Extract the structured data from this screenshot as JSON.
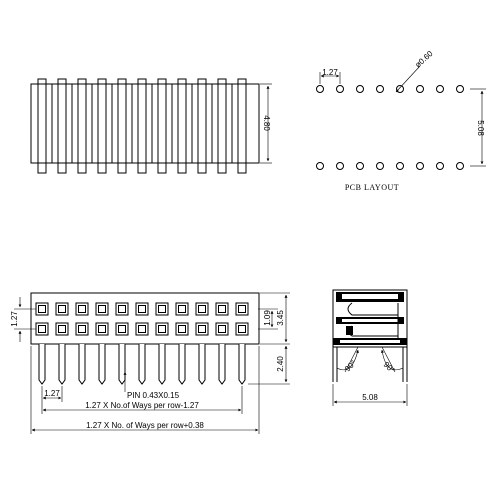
{
  "top_view": {
    "height_dim": "4.80"
  },
  "pcb_layout": {
    "pitch_dim": "1.27",
    "hole_dim": "ø0.60",
    "row_spacing_dim": "5.08",
    "caption": "PCB LAYOUT"
  },
  "front_view": {
    "pitch_v_dim": "1.27",
    "row_pitch_dim": "1.09",
    "body_height_dim": "3.45",
    "tail_length_dim": "2.40",
    "pin_pitch_dim": "1.27",
    "pin_note": "PIN 0.43X0.15",
    "span_formula_1": "1.27 X No.of Ways per row-1.27",
    "span_formula_2": "1.27 X No. of Ways per row+0.38"
  },
  "side_view": {
    "angle_left": "90°",
    "angle_right": "90°",
    "width_dim": "5.08"
  }
}
